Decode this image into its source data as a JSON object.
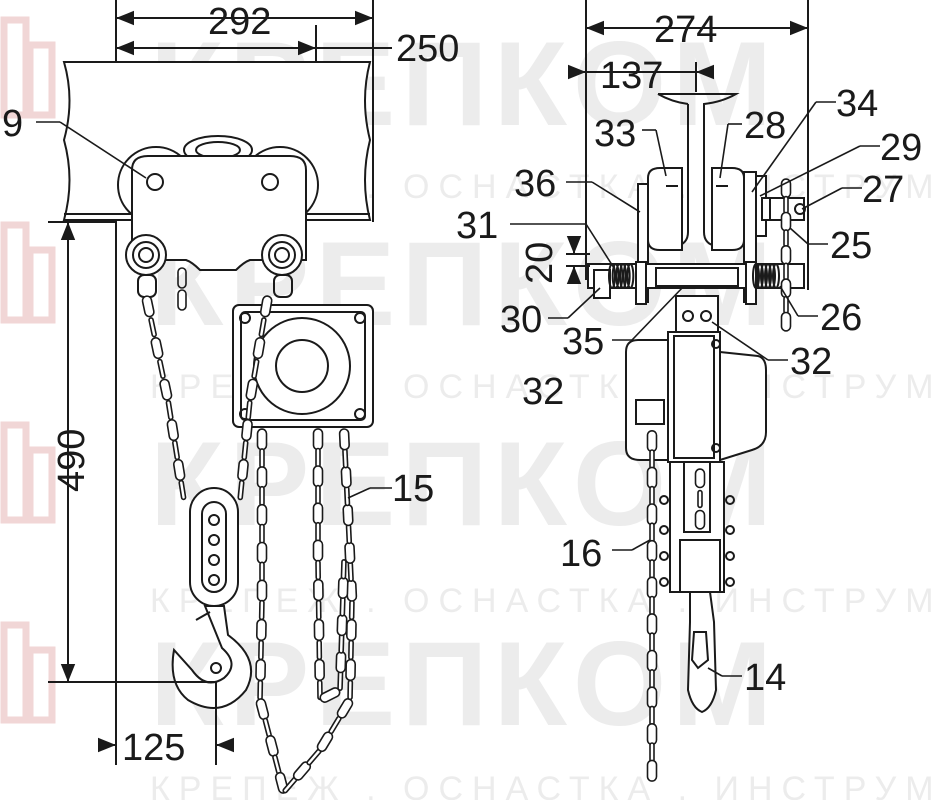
{
  "watermark": {
    "brand": "КРЕПКОМ",
    "tagline": "КРЕПЕЖ . ОСНАСТКА . ИНСТРУМЕНТ"
  },
  "dimensions": {
    "width_total": "292",
    "width_inner": "250",
    "height_lift": "490",
    "hook_offset": "125",
    "side_total": "274",
    "side_half": "137",
    "side_small": "20"
  },
  "callouts": {
    "c9": "9",
    "c15": "15",
    "c33": "33",
    "c28": "28",
    "c34": "34",
    "c29": "29",
    "c36": "36",
    "c27": "27",
    "c31": "31",
    "c25": "25",
    "c30": "30",
    "c26": "26",
    "c35": "35",
    "c32a": "32",
    "c32b": "32",
    "c16": "16",
    "c14": "14"
  },
  "colors": {
    "line": "#1a1a1a",
    "watermark": "#ececec",
    "accent": "#c0392b"
  }
}
